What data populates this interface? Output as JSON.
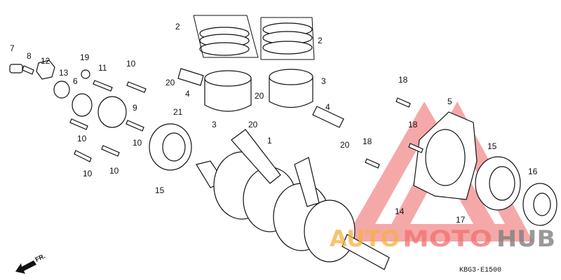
{
  "diagram": {
    "callouts": [
      "7",
      "8",
      "12",
      "13",
      "6",
      "19",
      "11",
      "10",
      "9",
      "10",
      "10",
      "10",
      "10",
      "20",
      "4",
      "21",
      "2",
      "2",
      "3",
      "3",
      "20",
      "20",
      "4",
      "20",
      "1",
      "15",
      "18",
      "18",
      "18",
      "5",
      "15",
      "16",
      "14",
      "17"
    ],
    "drawing_code": "KBG3-E1500",
    "direction_label": "FR.",
    "watermark": {
      "part1": "AUTO",
      "part2": "MOTO",
      "part3": "HUB",
      "color1": "#f5b041",
      "color2": "#f07070",
      "color3": "#808080",
      "triangle_color": "#f07070"
    }
  }
}
